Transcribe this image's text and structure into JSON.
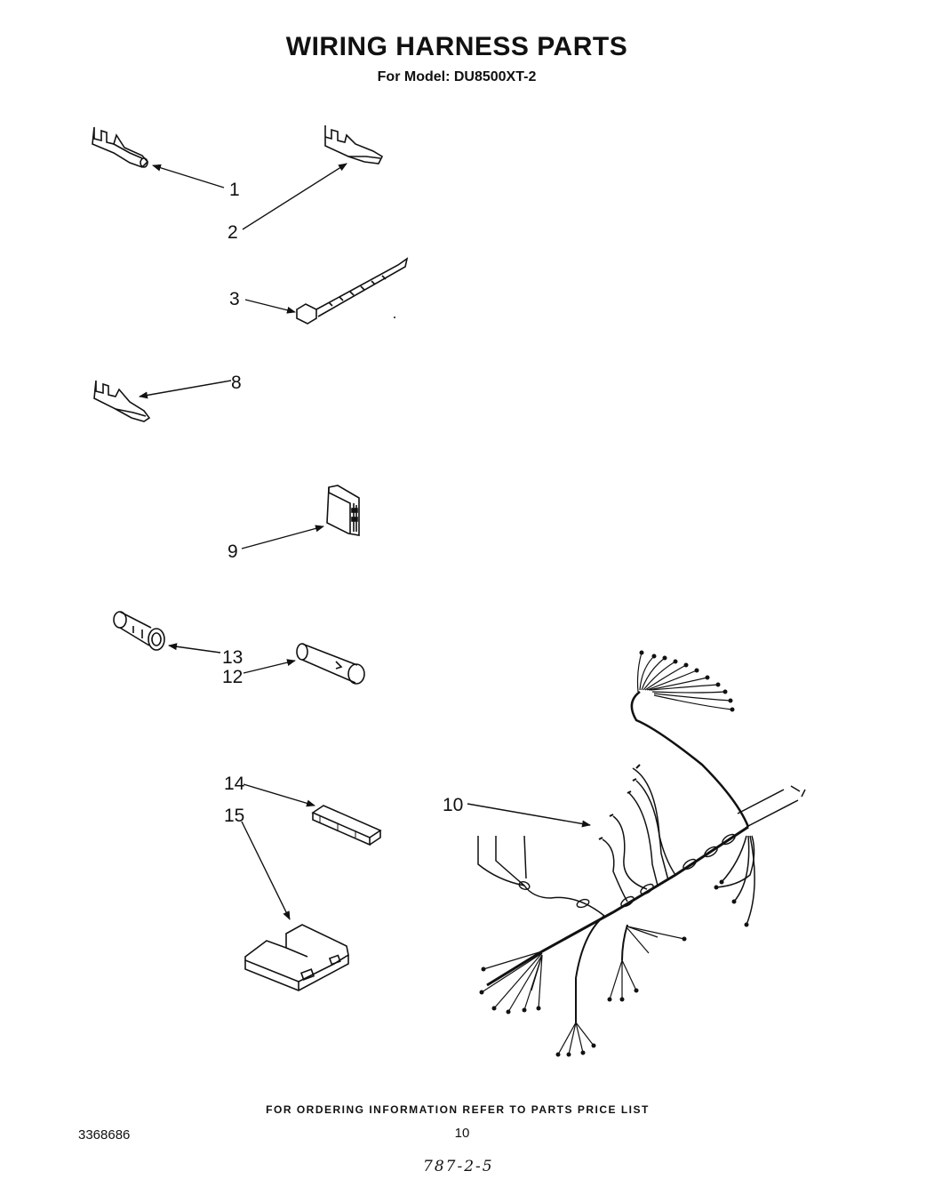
{
  "header": {
    "title": "WIRING HARNESS PARTS",
    "subtitle": "For Model: DU8500XT-2"
  },
  "callouts": {
    "c1": "1",
    "c2": "2",
    "c3": "3",
    "c8": "8",
    "c9": "9",
    "c13": "13",
    "c12": "12",
    "c14": "14",
    "c15": "15",
    "c10": "10"
  },
  "footer": {
    "ordering_note": "FOR ORDERING INFORMATION REFER TO PARTS PRICE LIST",
    "document_number": "3368686",
    "page_number": "10",
    "handwritten_note": "787-2-5"
  }
}
